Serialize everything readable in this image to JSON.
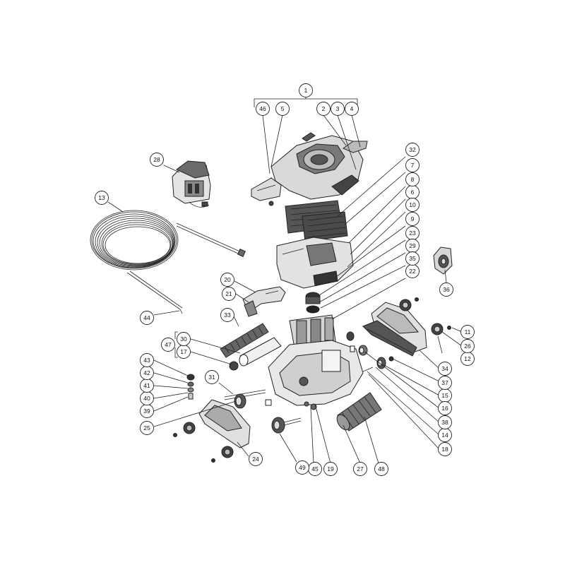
{
  "diagram": {
    "callouts": [
      {
        "id": "c1",
        "label": "1"
      },
      {
        "id": "c2",
        "label": "2"
      },
      {
        "id": "c3",
        "label": "3"
      },
      {
        "id": "c4",
        "label": "4"
      },
      {
        "id": "c5",
        "label": "5"
      },
      {
        "id": "c6",
        "label": "6"
      },
      {
        "id": "c7",
        "label": "7"
      },
      {
        "id": "c8",
        "label": "8"
      },
      {
        "id": "c9",
        "label": "9"
      },
      {
        "id": "c10",
        "label": "10"
      },
      {
        "id": "c11",
        "label": "11"
      },
      {
        "id": "c12",
        "label": "12"
      },
      {
        "id": "c13",
        "label": "13"
      },
      {
        "id": "c14",
        "label": "14"
      },
      {
        "id": "c15",
        "label": "15"
      },
      {
        "id": "c16",
        "label": "16"
      },
      {
        "id": "c17",
        "label": "17"
      },
      {
        "id": "c18",
        "label": "18"
      },
      {
        "id": "c19",
        "label": "19"
      },
      {
        "id": "c20",
        "label": "20"
      },
      {
        "id": "c21",
        "label": "21"
      },
      {
        "id": "c22",
        "label": "22"
      },
      {
        "id": "c23",
        "label": "23"
      },
      {
        "id": "c24",
        "label": "24"
      },
      {
        "id": "c25",
        "label": "25"
      },
      {
        "id": "c26",
        "label": "26"
      },
      {
        "id": "c27",
        "label": "27"
      },
      {
        "id": "c28",
        "label": "28"
      },
      {
        "id": "c29",
        "label": "29"
      },
      {
        "id": "c30",
        "label": "30"
      },
      {
        "id": "c31",
        "label": "31"
      },
      {
        "id": "c32",
        "label": "32"
      },
      {
        "id": "c33",
        "label": "33"
      },
      {
        "id": "c34",
        "label": "34"
      },
      {
        "id": "c35",
        "label": "35"
      },
      {
        "id": "c36",
        "label": "36"
      },
      {
        "id": "c37",
        "label": "37"
      },
      {
        "id": "c38",
        "label": "38"
      },
      {
        "id": "c39",
        "label": "39"
      },
      {
        "id": "c40",
        "label": "40"
      },
      {
        "id": "c41",
        "label": "41"
      },
      {
        "id": "c42",
        "label": "42"
      },
      {
        "id": "c43",
        "label": "43"
      },
      {
        "id": "c44",
        "label": "44"
      },
      {
        "id": "c45",
        "label": "45"
      },
      {
        "id": "c46",
        "label": "46"
      },
      {
        "id": "c47",
        "label": "47"
      },
      {
        "id": "c48",
        "label": "48"
      },
      {
        "id": "c49",
        "label": "49"
      }
    ]
  }
}
